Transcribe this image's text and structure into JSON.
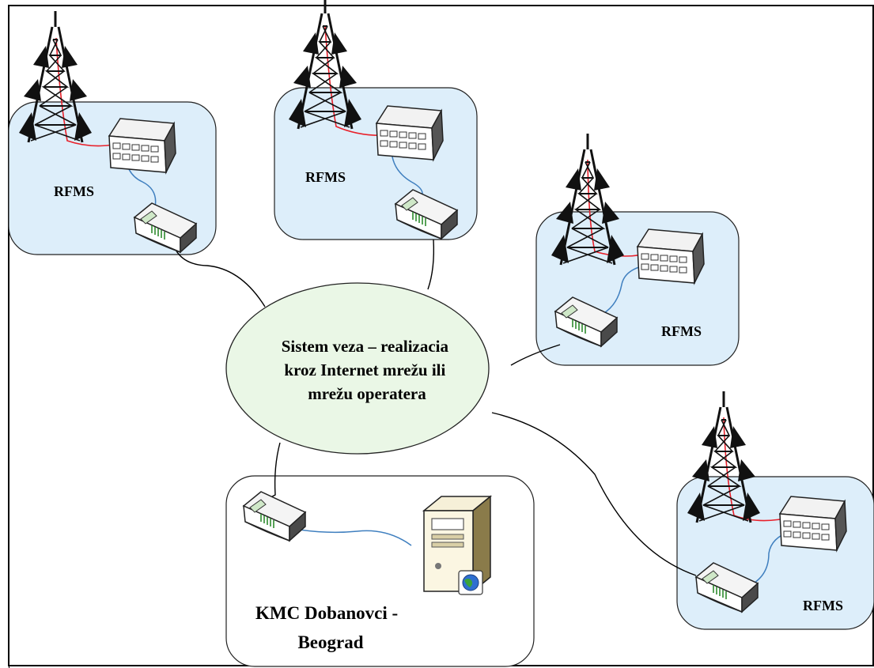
{
  "center": {
    "lines": [
      "Sistem veza – realizacia",
      "kroz Internet mrežu ili",
      "mrežu operatera"
    ]
  },
  "sites": [
    {
      "label": "RFMS"
    },
    {
      "label": "RFMS"
    },
    {
      "label": "RFMS"
    },
    {
      "label": "RFMS"
    }
  ],
  "control": {
    "lines": [
      "KMC Dobanovci -",
      "Beograd"
    ]
  },
  "colors": {
    "site_fill": "#ddeefa",
    "ellipse_fill": "#eaf7e6",
    "feeder": "#e8202a",
    "lan": "#3f7fbf",
    "link": "#000000"
  },
  "icons": [
    "radio-tower-icon",
    "ethernet-switch-icon",
    "modem-router-icon",
    "server-icon"
  ]
}
